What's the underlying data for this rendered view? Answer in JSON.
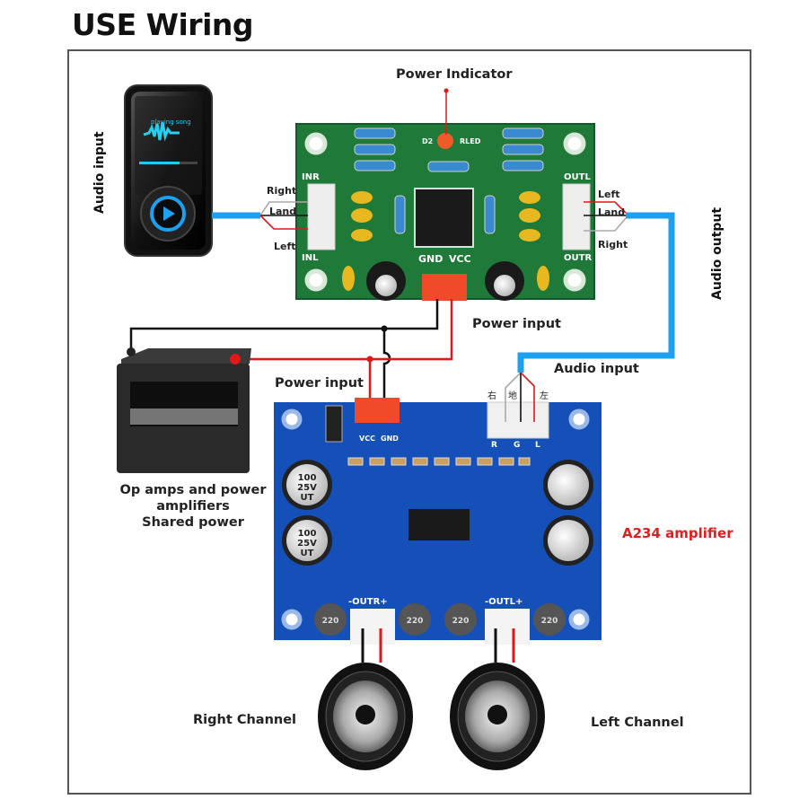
{
  "title": "USE Wiring",
  "labels": {
    "power_indicator": "Power Indicator",
    "audio_input_vertical": "Audio input",
    "audio_output_vertical": "Audio output",
    "power_input_preamp": "Power input",
    "power_input_amp": "Power input",
    "audio_input_amp": "Audio input",
    "battery_caption_line1": "Op amps and power",
    "battery_caption_line2": "amplifiers",
    "battery_caption_line3": "Shared power",
    "amplifier_name": "A234 amplifier",
    "right_channel": "Right Channel",
    "left_channel": "Left Channel"
  },
  "preamp_board": {
    "input_wires": [
      "Right",
      "Land",
      "Left"
    ],
    "output_wires": [
      "Left",
      "Land",
      "Right"
    ],
    "silkscreen": {
      "inr": "INR",
      "inl": "INL",
      "outl": "OUTL",
      "outr": "OUTR",
      "gnd": "GND",
      "vcc": "VCC",
      "d2": "D2",
      "rled": "RLED"
    }
  },
  "amp_board": {
    "input_connector_labels": [
      "右",
      "地",
      "左"
    ],
    "input_pin_labels": [
      "R",
      "G",
      "L"
    ],
    "power_pin_labels": [
      "VCC",
      "GND"
    ],
    "capacitor_text": [
      "100",
      "25V",
      "UT"
    ],
    "inductor_text": "220",
    "output_labels": [
      "-OUTR+",
      "-OUTL+"
    ]
  },
  "player_screen": {
    "status": "playing song"
  },
  "colors": {
    "audio_cable": "#1ea0f0",
    "wire_red": "#e01818",
    "wire_black": "#111111",
    "preamp_pcb": "#1f7a3a",
    "amp_pcb": "#1550b8",
    "accent_red": "#e02020"
  }
}
